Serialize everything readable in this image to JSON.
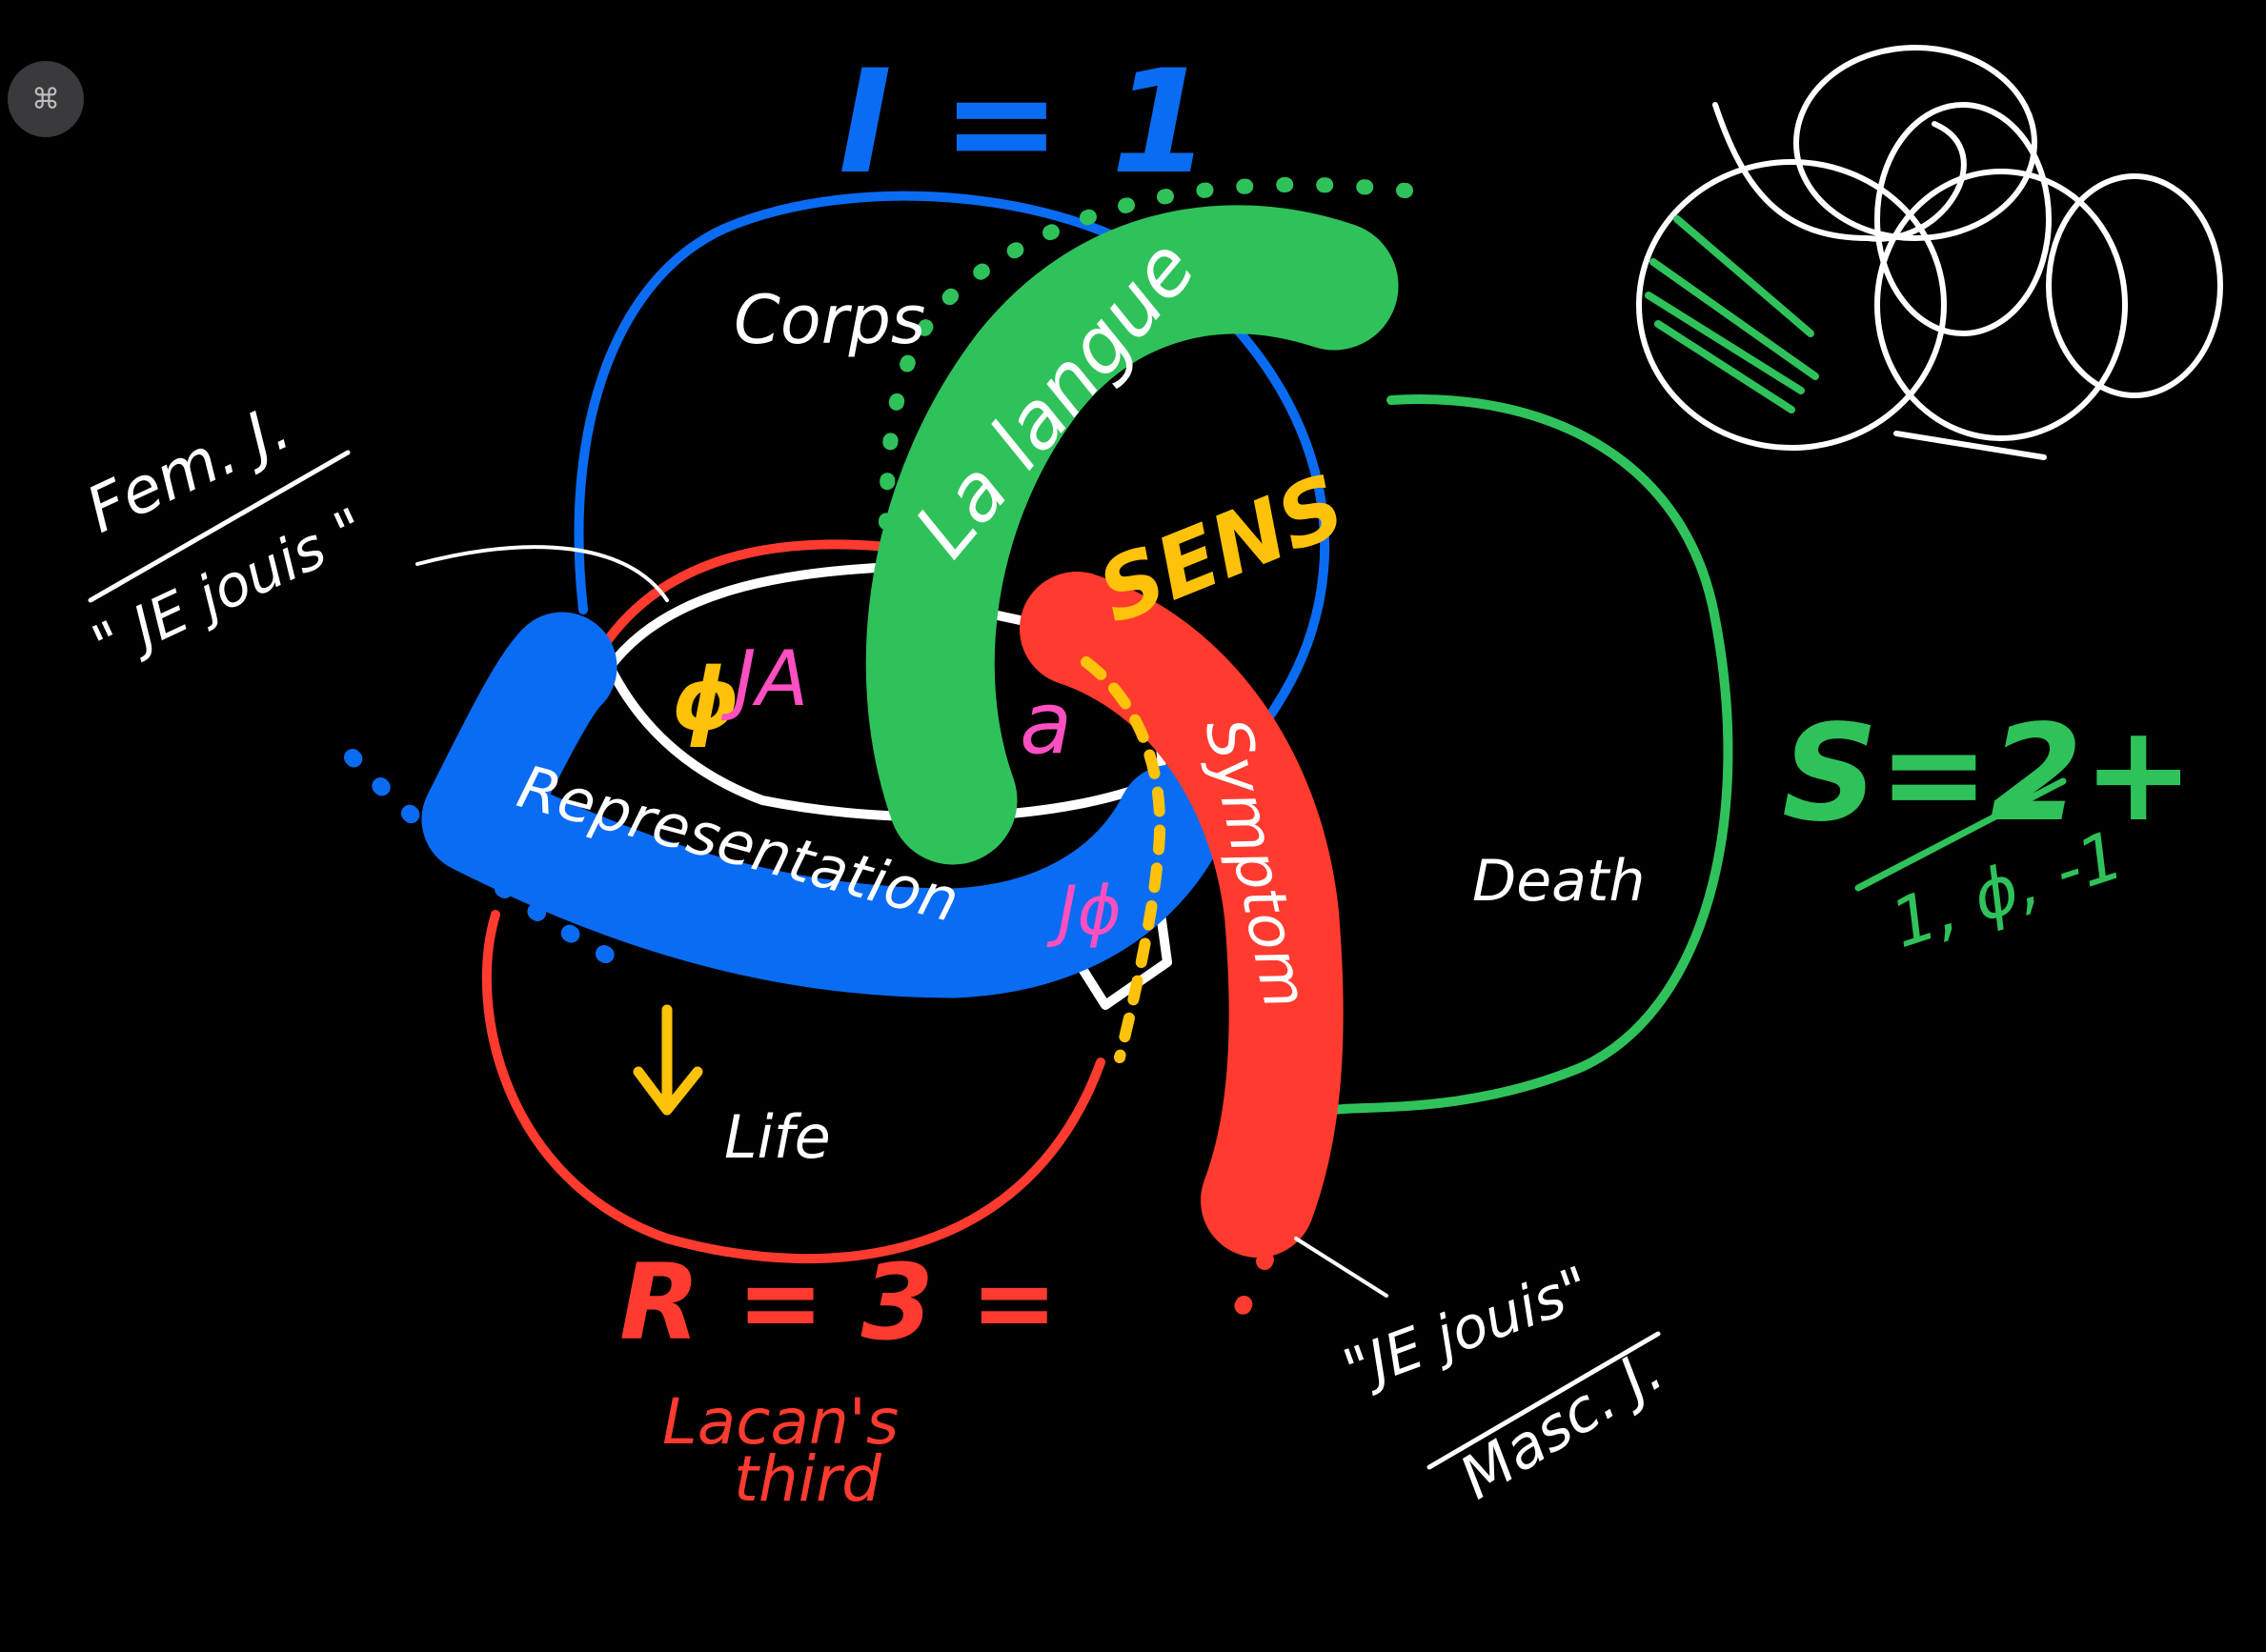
{
  "toolbar": {
    "command_icon": "command-icon",
    "command_glyph": "⌘"
  },
  "colors": {
    "imaginary": "#0a6cf2",
    "symbolic": "#2fc25b",
    "real": "#ff3b2f",
    "jouissance": "#ffc20a",
    "object_a": "#ff4fc0",
    "ink": "#ffffff"
  },
  "labels": {
    "imaginary_formula": "I = 1",
    "corps": "Corps",
    "la_langue": "La langue",
    "sens": "SENS",
    "death": "Death",
    "symbolic_formula_top": "S=2+",
    "symbolic_formula_bottom": "1, ϕ, -1",
    "fem_j": "Fem. J.",
    "je_jouis_fem": "\" JE jouis \"",
    "ja": "JA",
    "phi_mark": "ϕ",
    "object_a": "a",
    "representation": "Representation",
    "j_phi": "Jϕ",
    "symptom": "Symptom",
    "life": "Life",
    "real_formula": "R = 3 =",
    "lacans_third_1": "Lacan's",
    "lacans_third_2": "third",
    "je_jouis_masc": "\"JE jouis\"",
    "masc_j": "Masc. J."
  }
}
